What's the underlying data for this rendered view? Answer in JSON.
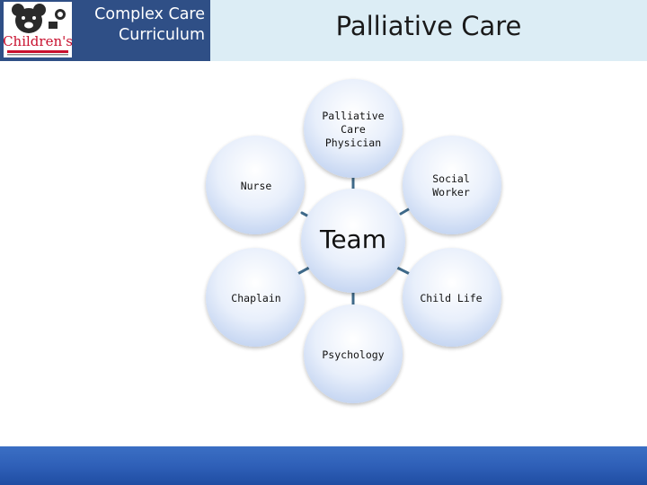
{
  "header": {
    "brand_line1": "Complex Care",
    "brand_line2": "Curriculum",
    "title": "Palliative Care",
    "logo_text": "Children's"
  },
  "diagram": {
    "center": "Team",
    "nodes": [
      {
        "id": "physician",
        "label": "Palliative\nCare\nPhysician"
      },
      {
        "id": "social-worker",
        "label": "Social\nWorker"
      },
      {
        "id": "child-life",
        "label": "Child Life"
      },
      {
        "id": "psychology",
        "label": "Psychology"
      },
      {
        "id": "chaplain",
        "label": "Chaplain"
      },
      {
        "id": "nurse",
        "label": "Nurse"
      }
    ]
  },
  "colors": {
    "header_band": "#dcedf5",
    "brand_box": "#2f4f86",
    "footer": "#2f60b8",
    "connector": "#3f6a8a"
  }
}
